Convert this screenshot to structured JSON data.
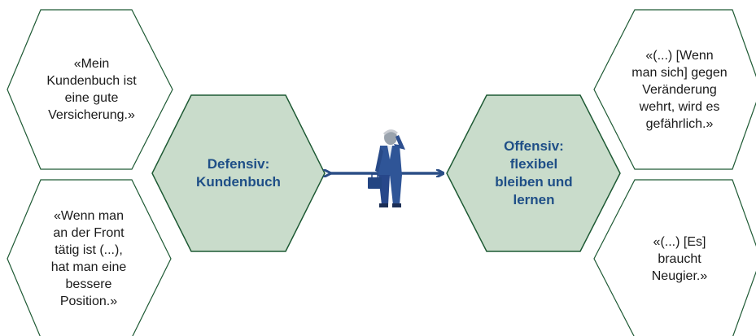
{
  "center_left": {
    "text": "Defensiv:\nKundenbuch"
  },
  "center_right": {
    "text": "Offensiv:\nflexibel\nbleiben und\nlernen"
  },
  "quotes_left": [
    {
      "text": "«Mein\nKundenbuch ist\neine gute\nVersicherung.»"
    },
    {
      "text": "«Wenn man\nan der Front\ntätig ist (...),\nhat man eine\nbessere\nPosition.»"
    }
  ],
  "quotes_right": [
    {
      "text": "«(...) [Wenn\nman sich] gegen\nVeränderung\nwehrt, wird es\ngefährlich.»"
    },
    {
      "text": "«(...) [Es]\nbraucht\nNeugier.»"
    }
  ],
  "colors": {
    "center_fill": "#c9dccb",
    "center_stroke": "#1e5a34",
    "outline_stroke": "#1e5a34",
    "center_text": "#1f4f87",
    "arrow": "#2b4e86"
  },
  "figure_icon": "businessman-with-briefcase-icon"
}
